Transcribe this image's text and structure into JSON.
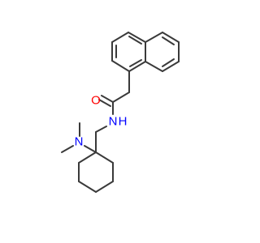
{
  "molecule": {
    "atom_labels": {
      "oxygen": "O",
      "amide_nitrogen": "N",
      "amide_hydrogen": "H",
      "amine_nitrogen": "N"
    },
    "colors": {
      "bond": "#3a3a3a",
      "oxygen": "#ff0000",
      "nitrogen": "#0000ff",
      "background": "#ffffff"
    }
  }
}
